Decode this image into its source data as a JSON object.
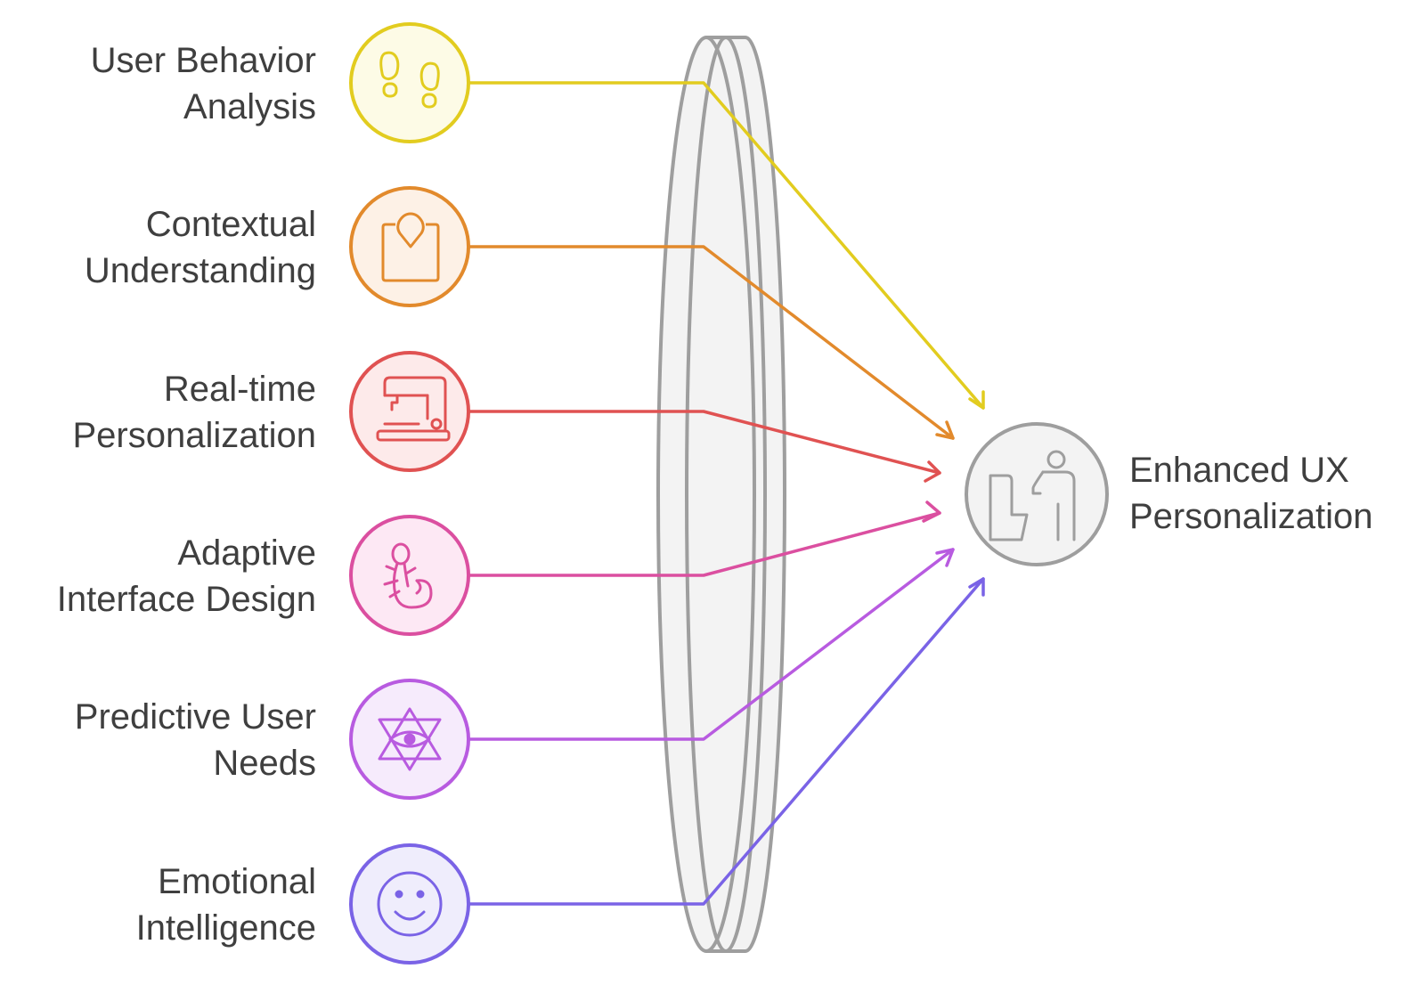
{
  "inputs": [
    {
      "line1": "User Behavior",
      "line2": "Analysis",
      "color": "#e2cc1f",
      "fill": "#fdfbe6",
      "icon": "footprints-icon"
    },
    {
      "line1": "Contextual",
      "line2": "Understanding",
      "color": "#e28a2c",
      "fill": "#fdf1e6",
      "icon": "location-pin-icon"
    },
    {
      "line1": "Real-time",
      "line2": "Personalization",
      "color": "#e05252",
      "fill": "#fdeaea",
      "icon": "sewing-machine-icon"
    },
    {
      "line1": "Adaptive",
      "line2": "Interface Design",
      "color": "#db4fa0",
      "fill": "#fde8f4",
      "icon": "lizard-icon"
    },
    {
      "line1": "Predictive User",
      "line2": "Needs",
      "color": "#b85be0",
      "fill": "#f6ebfc",
      "icon": "star-eye-icon"
    },
    {
      "line1": "Emotional",
      "line2": "Intelligence",
      "color": "#7a63e6",
      "fill": "#efedfc",
      "icon": "smiley-icon"
    }
  ],
  "output": {
    "line1": "Enhanced UX",
    "line2": "Personalization",
    "color": "#9e9e9e",
    "fill": "#f3f3f3",
    "icon": "person-at-desk-icon"
  },
  "lens": {
    "stroke": "#9e9e9e",
    "fill": "#f3f3f3"
  }
}
